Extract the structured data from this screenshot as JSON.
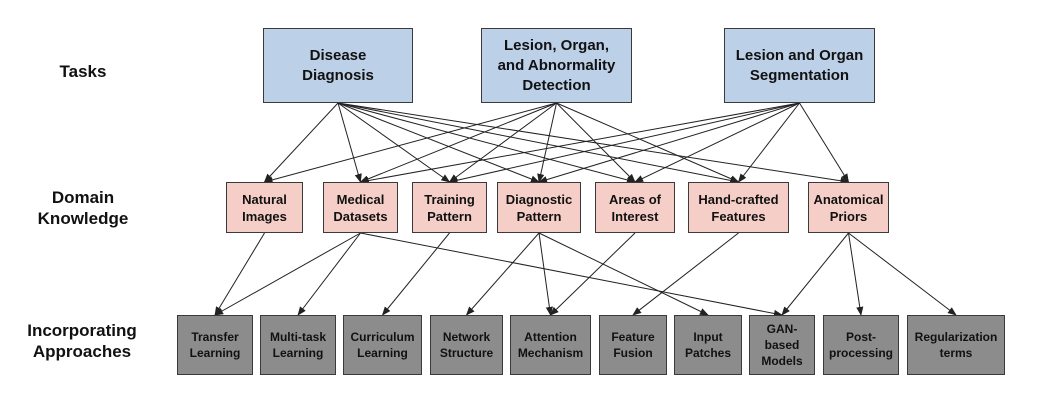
{
  "row_labels": {
    "tasks": "Tasks",
    "domain": "Domain Knowledge",
    "approaches": "Incorporating Approaches"
  },
  "tasks": [
    {
      "id": "t1",
      "label": "Disease Diagnosis"
    },
    {
      "id": "t2",
      "label": "Lesion, Organ, and Abnormality Detection"
    },
    {
      "id": "t3",
      "label": "Lesion and Organ Segmentation"
    }
  ],
  "knowledge": [
    {
      "id": "k1",
      "label": "Natural Images"
    },
    {
      "id": "k2",
      "label": "Medical Datasets"
    },
    {
      "id": "k3",
      "label": "Training Pattern"
    },
    {
      "id": "k4",
      "label": "Diagnostic Pattern"
    },
    {
      "id": "k5",
      "label": "Areas of Interest"
    },
    {
      "id": "k6",
      "label": "Hand-crafted Features"
    },
    {
      "id": "k7",
      "label": "Anatomical Priors"
    }
  ],
  "approaches": [
    {
      "id": "a1",
      "label": "Transfer Learning"
    },
    {
      "id": "a2",
      "label": "Multi-task Learning"
    },
    {
      "id": "a3",
      "label": "Curriculum Learning"
    },
    {
      "id": "a4",
      "label": "Network Structure"
    },
    {
      "id": "a5",
      "label": "Attention Mechanism"
    },
    {
      "id": "a6",
      "label": "Feature Fusion"
    },
    {
      "id": "a7",
      "label": "Input Patches"
    },
    {
      "id": "a8",
      "label": "GAN-based Models"
    },
    {
      "id": "a9",
      "label": "Post-processing"
    },
    {
      "id": "a10",
      "label": "Regularization terms"
    }
  ],
  "edges": [
    [
      "t1",
      "k1"
    ],
    [
      "t1",
      "k2"
    ],
    [
      "t1",
      "k3"
    ],
    [
      "t1",
      "k4"
    ],
    [
      "t1",
      "k5"
    ],
    [
      "t1",
      "k6"
    ],
    [
      "t1",
      "k7"
    ],
    [
      "t2",
      "k1"
    ],
    [
      "t2",
      "k2"
    ],
    [
      "t2",
      "k3"
    ],
    [
      "t2",
      "k4"
    ],
    [
      "t2",
      "k5"
    ],
    [
      "t2",
      "k6"
    ],
    [
      "t3",
      "k2"
    ],
    [
      "t3",
      "k3"
    ],
    [
      "t3",
      "k4"
    ],
    [
      "t3",
      "k5"
    ],
    [
      "t3",
      "k6"
    ],
    [
      "t3",
      "k7"
    ],
    [
      "k1",
      "a1"
    ],
    [
      "k2",
      "a1"
    ],
    [
      "k2",
      "a2"
    ],
    [
      "k2",
      "a8"
    ],
    [
      "k3",
      "a3"
    ],
    [
      "k4",
      "a4"
    ],
    [
      "k4",
      "a5"
    ],
    [
      "k4",
      "a7"
    ],
    [
      "k5",
      "a5"
    ],
    [
      "k6",
      "a6"
    ],
    [
      "k7",
      "a8"
    ],
    [
      "k7",
      "a9"
    ],
    [
      "k7",
      "a10"
    ]
  ],
  "colors": {
    "task_fill": "#bcd0e8",
    "knowledge_fill": "#f5cfc7",
    "approach_fill": "#8c8c8c",
    "edge": "#222222"
  }
}
